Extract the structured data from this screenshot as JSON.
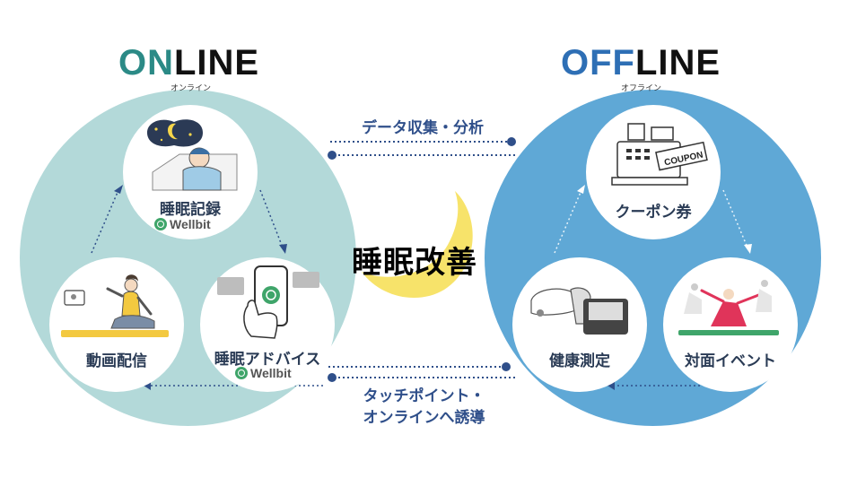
{
  "online": {
    "title_accent": "ON",
    "title_rest": "LINE",
    "subtitle": "オンライン"
  },
  "offline": {
    "title_accent": "OFF",
    "title_rest": "LINE",
    "subtitle": "オフライン"
  },
  "center": {
    "label": "睡眠改善"
  },
  "flows": {
    "top": "データ収集・分析",
    "bottom_line1": "タッチポイント・",
    "bottom_line2": "オンラインへ誘導"
  },
  "online_nodes": [
    {
      "label": "睡眠記録",
      "brand": "Wellbit"
    },
    {
      "label": "動画配信"
    },
    {
      "label": "睡眠アドバイス",
      "brand": "Wellbit"
    }
  ],
  "offline_nodes": [
    {
      "label": "クーポン券",
      "coupon_text": "COUPON"
    },
    {
      "label": "健康測定"
    },
    {
      "label": "対面イベント"
    }
  ],
  "colors": {
    "online_circle": "#b3d9d9",
    "offline_circle": "#5fa8d6",
    "online_accent": "#2b8a86",
    "title_dark": "#111111",
    "offline_accent": "#2e6fb5",
    "moon": "#f7e36a",
    "flow_arrow": "#2f4f8a"
  }
}
